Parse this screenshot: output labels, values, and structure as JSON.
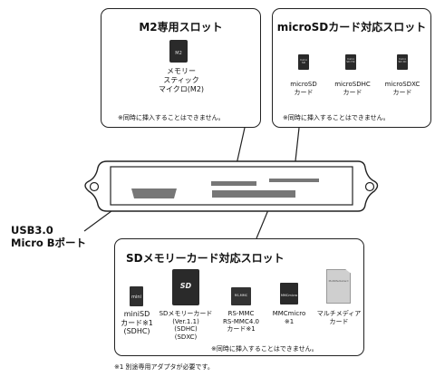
{
  "m2_panel": {
    "title": "M2専用スロット",
    "card_label": "メモリー\nスティック\nマイクロ(M2)",
    "card_text": "M2",
    "note": "※同時に挿入することはできません。"
  },
  "microsd_panel": {
    "title": "microSDカード対応スロット",
    "cards": [
      {
        "label": "microSD\nカード",
        "text": "micro SD"
      },
      {
        "label": "microSDHC\nカード",
        "text": "micro SD HC"
      },
      {
        "label": "microSDXC\nカード",
        "text": "micro SD XC"
      }
    ],
    "note": "※同時に挿入することはできません。"
  },
  "port_label": {
    "line1": "USB3.0",
    "line2": "Micro Bポート"
  },
  "sd_panel": {
    "title": "SDメモリーカード対応スロット",
    "cards": [
      {
        "label": "miniSD\nカード※1\n(SDHC)",
        "text": "mini"
      },
      {
        "label": "SDメモリーカード\n(Ver.1.1)\n(SDHC)\n(SDXC)",
        "text": "SD"
      },
      {
        "label": "RS-MMC\nRS-MMC4.0\nカード※1",
        "text": "RS-MMC"
      },
      {
        "label": "MMCmicro\n※1",
        "text": "MMCmicro"
      },
      {
        "label": "マルチメディア\nカード",
        "text": "MultiMediaCard"
      }
    ],
    "note": "※同時に挿入することはできません。"
  },
  "footnote": "※1 別途専用アダプタが必要です。"
}
